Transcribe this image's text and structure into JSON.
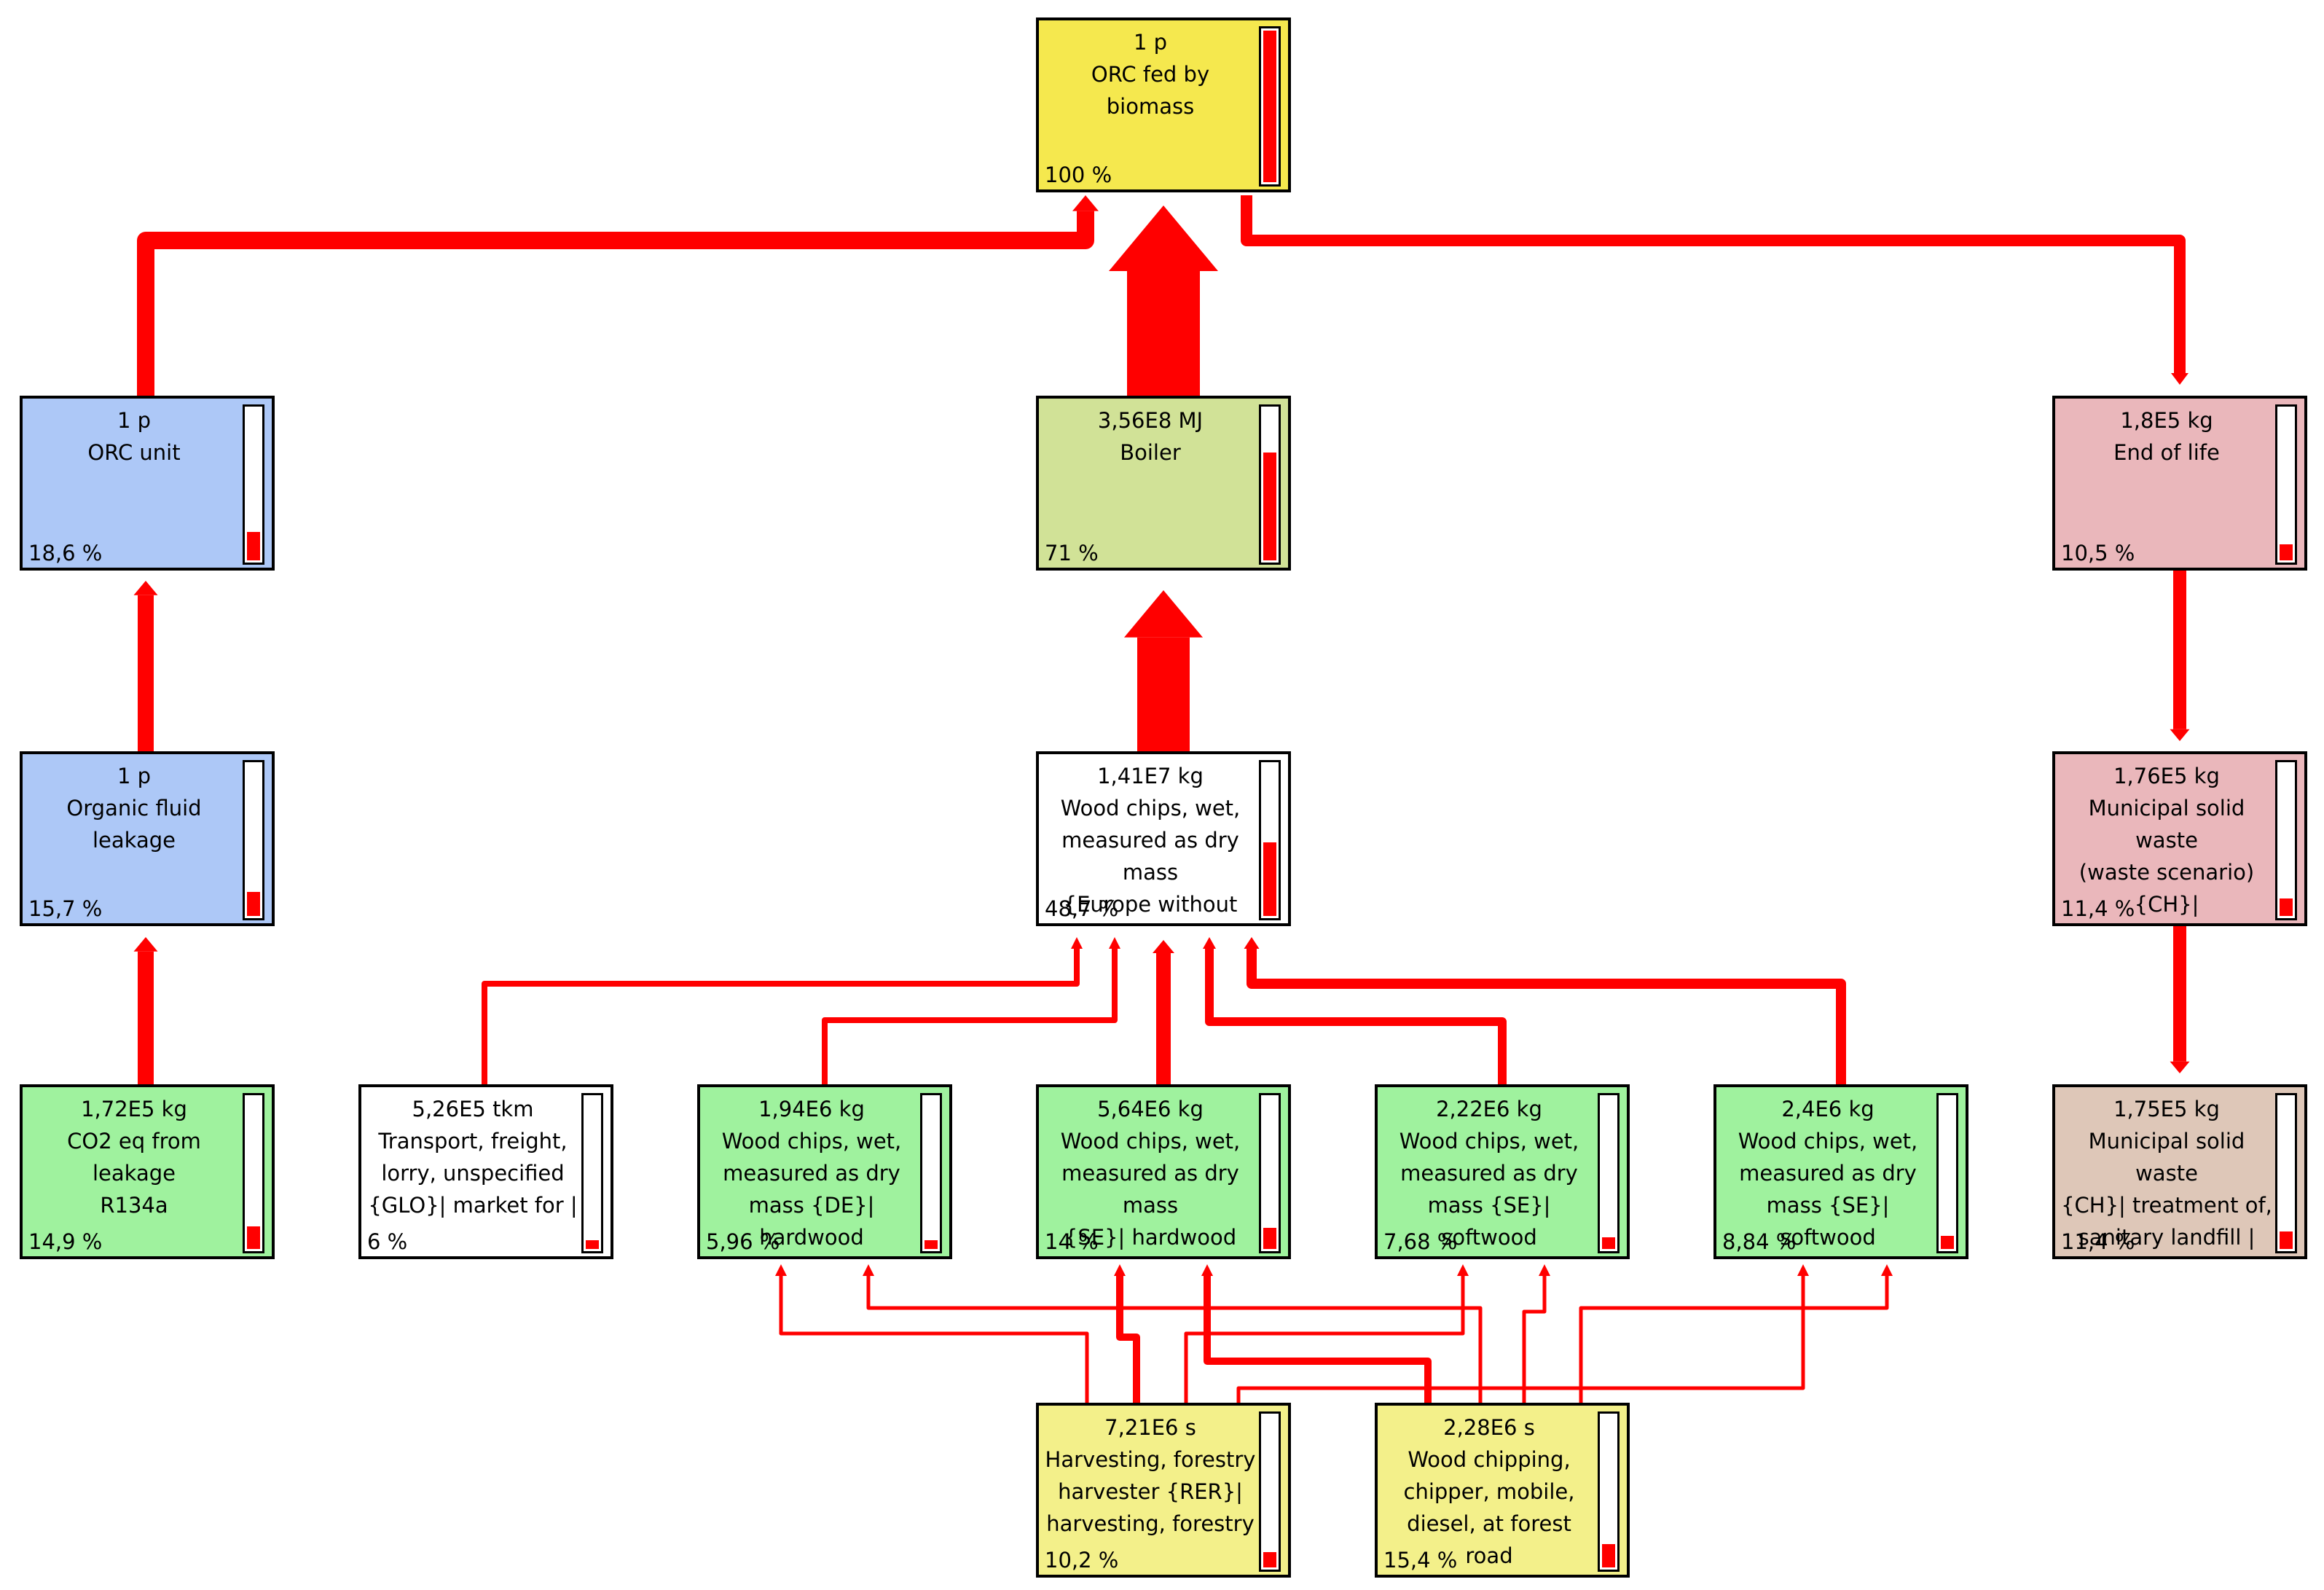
{
  "colors": {
    "flow": "#ff0000",
    "gauge_fill": "#ff0000",
    "yellow_top": "#f5e84e",
    "blue": "#adc8f7",
    "olive": "#d1e297",
    "pink": "#eab7bb",
    "white": "#ffffff",
    "green": "#9ff29e",
    "tan": "#dec7b8",
    "light_yellow": "#f3f08a"
  },
  "nodes": [
    {
      "id": "orc-biomass",
      "amount": "1 p",
      "label": "ORC fed by biomass",
      "percent": "100 %",
      "level": 1.0,
      "color": "yellow_top"
    },
    {
      "id": "orc-unit",
      "amount": "1 p",
      "label": "ORC unit",
      "percent": "18,6 %",
      "level": 0.186,
      "color": "blue"
    },
    {
      "id": "boiler",
      "amount": "3,56E8 MJ",
      "label": "Boiler",
      "percent": "71 %",
      "level": 0.71,
      "color": "olive"
    },
    {
      "id": "end-of-life",
      "amount": "1,8E5 kg",
      "label": "End of life",
      "percent": "10,5 %",
      "level": 0.105,
      "color": "pink"
    },
    {
      "id": "organic-fluid-leakage",
      "amount": "1 p",
      "label": "Organic fluid leakage",
      "percent": "15,7 %",
      "level": 0.157,
      "color": "blue"
    },
    {
      "id": "wood-chips-europe",
      "amount": "1,41E7 kg",
      "label": "Wood chips, wet,\nmeasured as dry mass\n{Europe without",
      "percent": "48,7 %",
      "level": 0.487,
      "color": "white"
    },
    {
      "id": "municipal-solid-waste",
      "amount": "1,76E5 kg",
      "label": "Municipal solid waste\n(waste scenario) {CH}|\nTreatment of",
      "percent": "11,4 %",
      "level": 0.114,
      "color": "pink"
    },
    {
      "id": "co2-leakage",
      "amount": "1,72E5 kg",
      "label": "CO2 eq from leakage\nR134a",
      "percent": "14,9 %",
      "level": 0.149,
      "color": "green"
    },
    {
      "id": "transport-freight",
      "amount": "5,26E5 tkm",
      "label": "Transport, freight,\nlorry, unspecified\n{GLO}| market for |",
      "percent": "6 %",
      "level": 0.06,
      "color": "white"
    },
    {
      "id": "wood-chips-de-hardwood",
      "amount": "1,94E6 kg",
      "label": "Wood chips, wet,\nmeasured as dry\nmass {DE}| hardwood",
      "percent": "5,96 %",
      "level": 0.0596,
      "color": "green"
    },
    {
      "id": "wood-chips-se-hardwood",
      "amount": "5,64E6 kg",
      "label": "Wood chips, wet,\nmeasured as dry mass\n{SE}| hardwood",
      "percent": "14 %",
      "level": 0.14,
      "color": "green"
    },
    {
      "id": "wood-chips-se-softwood-a",
      "amount": "2,22E6 kg",
      "label": "Wood chips, wet,\nmeasured as dry\nmass {SE}| softwood",
      "percent": "7,68 %",
      "level": 0.0768,
      "color": "green"
    },
    {
      "id": "wood-chips-se-softwood-b",
      "amount": "2,4E6 kg",
      "label": "Wood chips, wet,\nmeasured as dry\nmass {SE}| softwood",
      "percent": "8,84 %",
      "level": 0.0884,
      "color": "green"
    },
    {
      "id": "municipal-landfill",
      "amount": "1,75E5 kg",
      "label": "Municipal solid waste\n{CH}| treatment of,\nsanitary landfill |",
      "percent": "11,4 %",
      "level": 0.114,
      "color": "tan"
    },
    {
      "id": "harvesting-forestry",
      "amount": "7,21E6 s",
      "label": "Harvesting, forestry\nharvester {RER}|\nharvesting, forestry",
      "percent": "10,2 %",
      "level": 0.102,
      "color": "light_yellow"
    },
    {
      "id": "wood-chipping",
      "amount": "2,28E6 s",
      "label": "Wood chipping,\nchipper, mobile,\ndiesel, at forest road",
      "percent": "15,4 %",
      "level": 0.154,
      "color": "light_yellow"
    }
  ]
}
